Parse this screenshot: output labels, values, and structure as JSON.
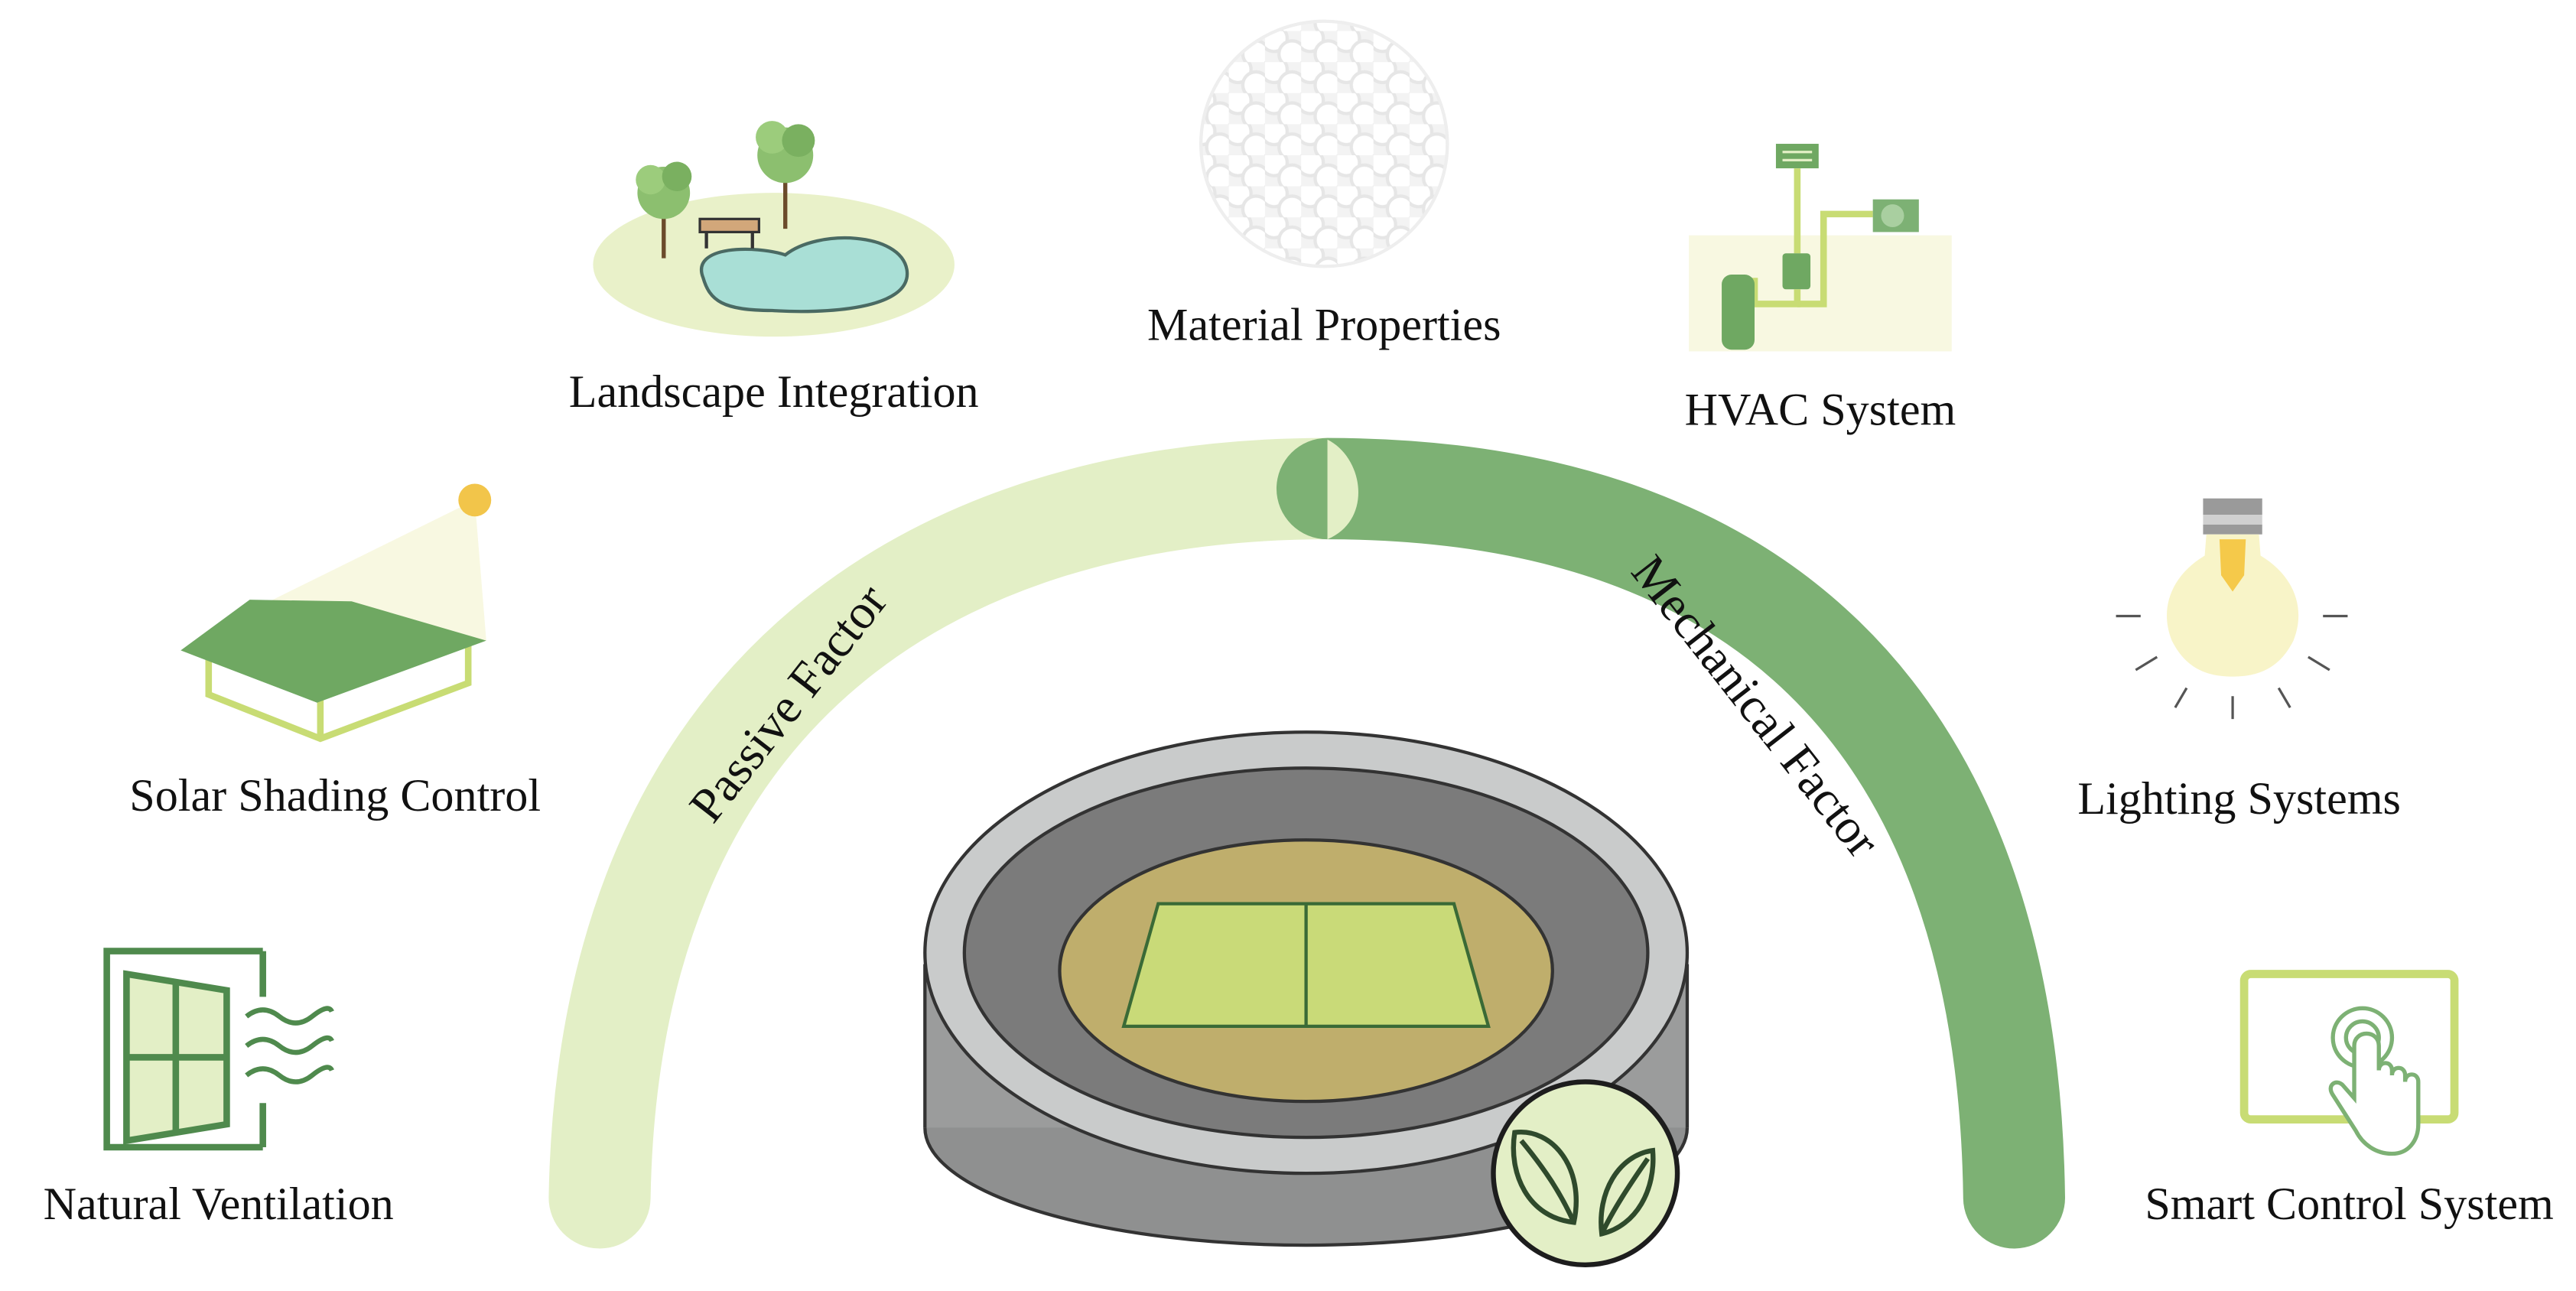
{
  "colors": {
    "passive_arc": "#e3efc6",
    "mechanical_arc": "#7db174",
    "dark_green": "#4f8a4d",
    "mid_green": "#6fa862",
    "light_green": "#c8dc74",
    "pale_yellow": "#f8f8e1",
    "water": "#a9dfd6",
    "stadium_outer": "#9b9c9c",
    "stadium_ring": "#7b7b7b",
    "stadium_inner": "#bfae6c",
    "pitch": "#c9da78"
  },
  "arc": {
    "passive_label": "Passive Factor",
    "mechanical_label": "Mechanical Factor"
  },
  "factors": {
    "natural_ventilation": {
      "label": "Natural Ventilation",
      "icon": "window-wind-icon"
    },
    "solar_shading": {
      "label": "Solar Shading Control",
      "icon": "sun-house-icon"
    },
    "landscape": {
      "label": "Landscape Integration",
      "icon": "park-pond-icon"
    },
    "material": {
      "label": "Material Properties",
      "icon": "material-sphere-icon"
    },
    "hvac": {
      "label": "HVAC System",
      "icon": "hvac-unit-icon"
    },
    "lighting": {
      "label": "Lighting Systems",
      "icon": "light-bulb-icon"
    },
    "smart_control": {
      "label": "Smart Control System",
      "icon": "touch-screen-icon"
    }
  },
  "center": {
    "icon": "stadium-icon",
    "badge_icon": "leaf-icon"
  }
}
